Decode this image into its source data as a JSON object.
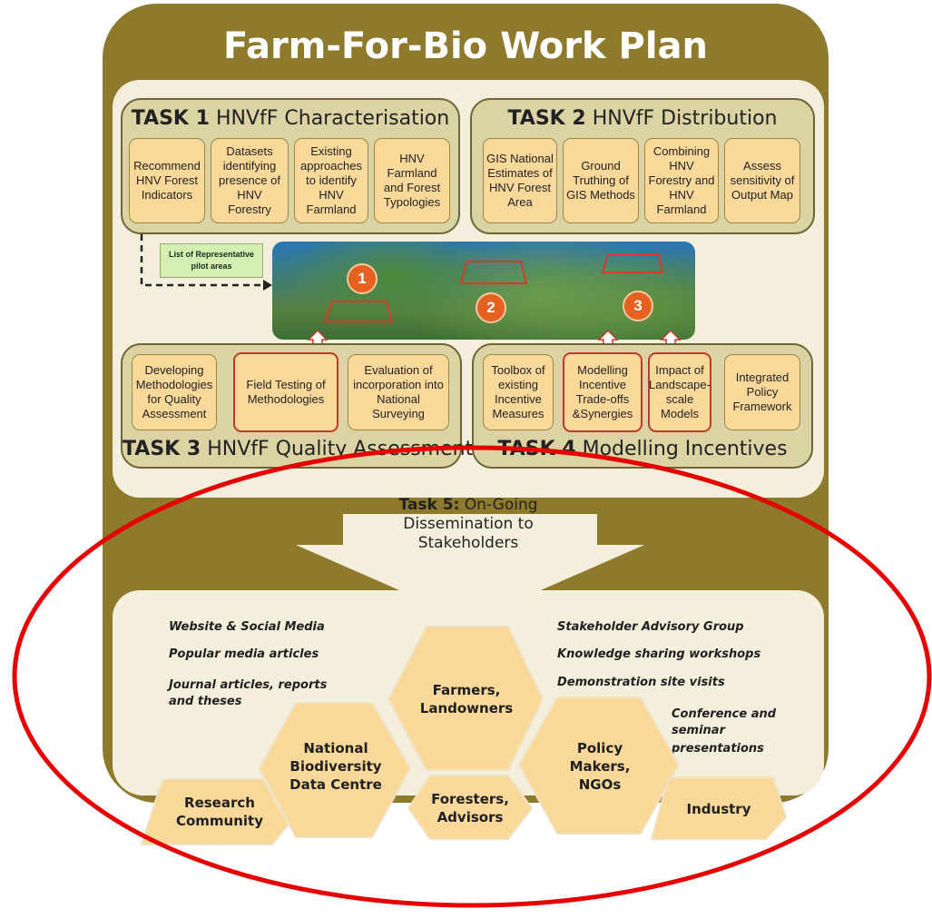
{
  "title": "Farm-For-Bio Work Plan",
  "task1": {
    "label": "TASK 1",
    "name": "HNVfF Characterisation",
    "cards": [
      "Recommend HNV Forest Indicators",
      "Datasets identifying presence of HNV Forestry",
      "Existing approaches to identify HNV Farmland",
      "HNV Farmland and Forest Typologies"
    ]
  },
  "task2": {
    "label": "TASK 2",
    "name": "HNVfF Distribution",
    "cards": [
      "GIS National Estimates of HNV Forest Area",
      "Ground Truthing of GIS Methods",
      "Combining HNV Forestry and HNV Farmland",
      "Assess sensitivity of Output Map"
    ]
  },
  "pilot_label": "List of Representative pilot areas",
  "map_markers": [
    "1",
    "2",
    "3"
  ],
  "task3": {
    "label": "TASK 3",
    "name": "HNVfF Quality Assessment",
    "cards": [
      "Developing Methodologies for Quality Assessment",
      "Field Testing of Methodologies",
      "Evaluation of incorporation into National Surveying"
    ]
  },
  "task4": {
    "label": "TASK 4",
    "name": "Modelling Incentives",
    "cards": [
      "Toolbox of existing Incentive Measures",
      "Modelling Incentive Trade-offs &Synergies",
      "Impact of Landscape-scale Models",
      "Integrated Policy Framework"
    ]
  },
  "task5": {
    "label": "Task 5:",
    "text_line1": "On-Going",
    "text_line2": "Dissemination to",
    "text_line3": "Stakeholders"
  },
  "channels_left": [
    "Website & Social Media",
    "Popular media articles",
    "Journal articles, reports",
    "and theses"
  ],
  "channels_right": [
    "Stakeholder Advisory Group",
    "Knowledge sharing workshops",
    "Demonstration site visits",
    "Conference and",
    "seminar",
    "presentations"
  ],
  "stakeholders": {
    "farmers_1": "Farmers,",
    "farmers_2": "Landowners",
    "nbdc_1": "National",
    "nbdc_2": "Biodiversity",
    "nbdc_3": "Data Centre",
    "research_1": "Research",
    "research_2": "Community",
    "foresters_1": "Foresters,",
    "foresters_2": "Advisors",
    "policy_1": "Policy",
    "policy_2": "Makers,",
    "policy_3": "NGOs",
    "industry": "Industry"
  },
  "colors": {
    "frame": "#8e7a2d",
    "panel": "#f4efdc",
    "task_box": "#dcd3a5",
    "card": "#f9d89a",
    "highlight_border": "#c0392b",
    "marker": "#e4611f",
    "hexagon": "#f9d89a",
    "ellipse": "#e60000"
  }
}
